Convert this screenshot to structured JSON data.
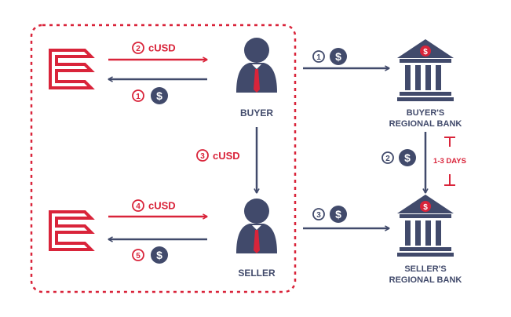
{
  "colors": {
    "red": "#d9243a",
    "navy": "#414a6b",
    "white": "#ffffff"
  },
  "flows": {
    "top_right": {
      "num": "2",
      "label": "cUSD"
    },
    "top_left": {
      "num": "1",
      "icon": "dollar-icon"
    },
    "buyer_to_seller": {
      "num": "3",
      "label": "cUSD"
    },
    "bottom_right": {
      "num": "4",
      "label": "cUSD"
    },
    "bottom_left": {
      "num": "5",
      "icon": "dollar-icon"
    },
    "buyer_to_bank": {
      "num": "1",
      "icon": "dollar-icon"
    },
    "bank_to_bank": {
      "num": "2",
      "icon": "dollar-icon"
    },
    "seller_to_bank": {
      "num": "3",
      "icon": "dollar-icon"
    }
  },
  "nodes": {
    "buyer": "BUYER",
    "seller": "SELLER",
    "buyer_bank": [
      "BUYER'S",
      "REGIONAL BANK"
    ],
    "seller_bank": [
      "SELLER'S",
      "REGIONAL BANK"
    ]
  },
  "settlement": {
    "label": "1-3 DAYS"
  },
  "symbols": {
    "dollar": "$"
  }
}
